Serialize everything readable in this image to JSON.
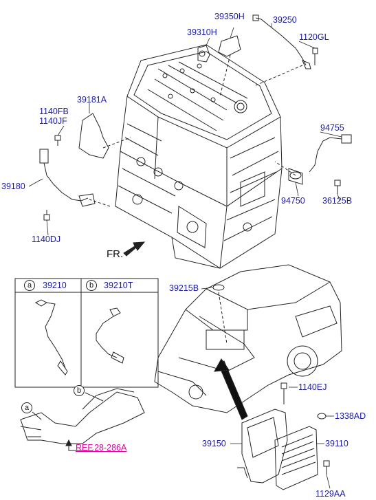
{
  "labels": {
    "p39350H": "39350H",
    "p39250": "39250",
    "p39310H": "39310H",
    "p1120GL": "1120GL",
    "p39181A": "39181A",
    "p1140FB": "1140FB",
    "p1140JF": "1140JF",
    "p94755": "94755",
    "p39180": "39180",
    "p94750": "94750",
    "p36125B": "36125B",
    "p1140DJ": "1140DJ",
    "p39215B": "39215B",
    "p1140EJ": "1140EJ",
    "p1338AD": "1338AD",
    "p39150": "39150",
    "p39110": "39110",
    "p1129AA": "1129AA"
  },
  "inset": {
    "a_marker": "a",
    "a_part": "39210",
    "b_marker": "b",
    "b_part": "39210T"
  },
  "callouts": {
    "a": "a",
    "b": "b"
  },
  "fr_label": "FR.",
  "ref_label": "REF.28-286A",
  "colors": {
    "label": "#1a1aa8",
    "reference": "#e000a0",
    "line": "#222222"
  }
}
